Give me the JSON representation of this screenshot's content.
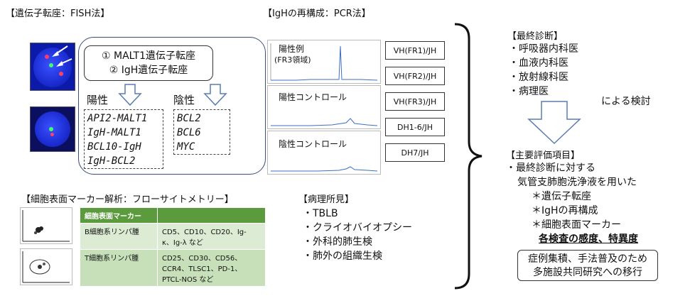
{
  "fish": {
    "title": "【遺伝子転座：FISH法】",
    "item1": "① MALT1遺伝子転座",
    "item2": "② IgH遺伝子転座",
    "positive_label": "陽性",
    "negative_label": "陰性",
    "positive_list": [
      "API2-MALT1",
      "IgH-MALT1",
      "BCL10-IgH",
      "IgH-BCL2"
    ],
    "negative_list": [
      "BCL2",
      "BCL6",
      "MYC"
    ]
  },
  "pcr": {
    "title": "【IgHの再構成：PCR法】",
    "panel1_label": "陽性例",
    "panel1_sub": "(FR3領域)",
    "panel2_label": "陽性コントロール",
    "panel3_label": "陰性コントロール",
    "primers": [
      "VH(FR1)/JH",
      "VH(FR2)/JH",
      "VH(FR3)/JH",
      "DH1-6/JH",
      "DH7/JH"
    ]
  },
  "flow": {
    "title": "【細胞表面マーカー解析：フローサイトメトリー】",
    "header": "細胞表面マーカー",
    "rows": [
      {
        "label": "B細胞系リンパ腫",
        "line1": "CD5、CD10、CD20、Ig-",
        "line2": "κ、Ig-λ など"
      },
      {
        "label": "T細胞系リンパ腫",
        "line1": "CD25、CD30、CD56、",
        "line2": "CCR4、TLSC1、PD-1、",
        "line3": "PTCL-NOS など"
      }
    ]
  },
  "pathology": {
    "title": "【病理所見】",
    "items": [
      "・TBLB",
      "・クライオバイオプシー",
      "・外科的肺生検",
      "・肺外の組織生検"
    ]
  },
  "final": {
    "title": "【最終診断】",
    "items": [
      "・呼吸器内科医",
      "・血液内科医",
      "・放射線科医",
      "・病理医"
    ],
    "by": "による検討"
  },
  "evaluation": {
    "title": "【主要評価項目】",
    "line1": "・最終診断に対する",
    "line2": "気管支肺胞洗浄液を用いた",
    "items": [
      "＊遺伝子転座",
      "＊IgHの再構成",
      "＊細胞表面マーカー"
    ],
    "emphasis": "各検査の感度、特異度"
  },
  "conclusion": {
    "line1": "症例集積、手法普及のため",
    "line2": "多施設共同研究への移行"
  }
}
